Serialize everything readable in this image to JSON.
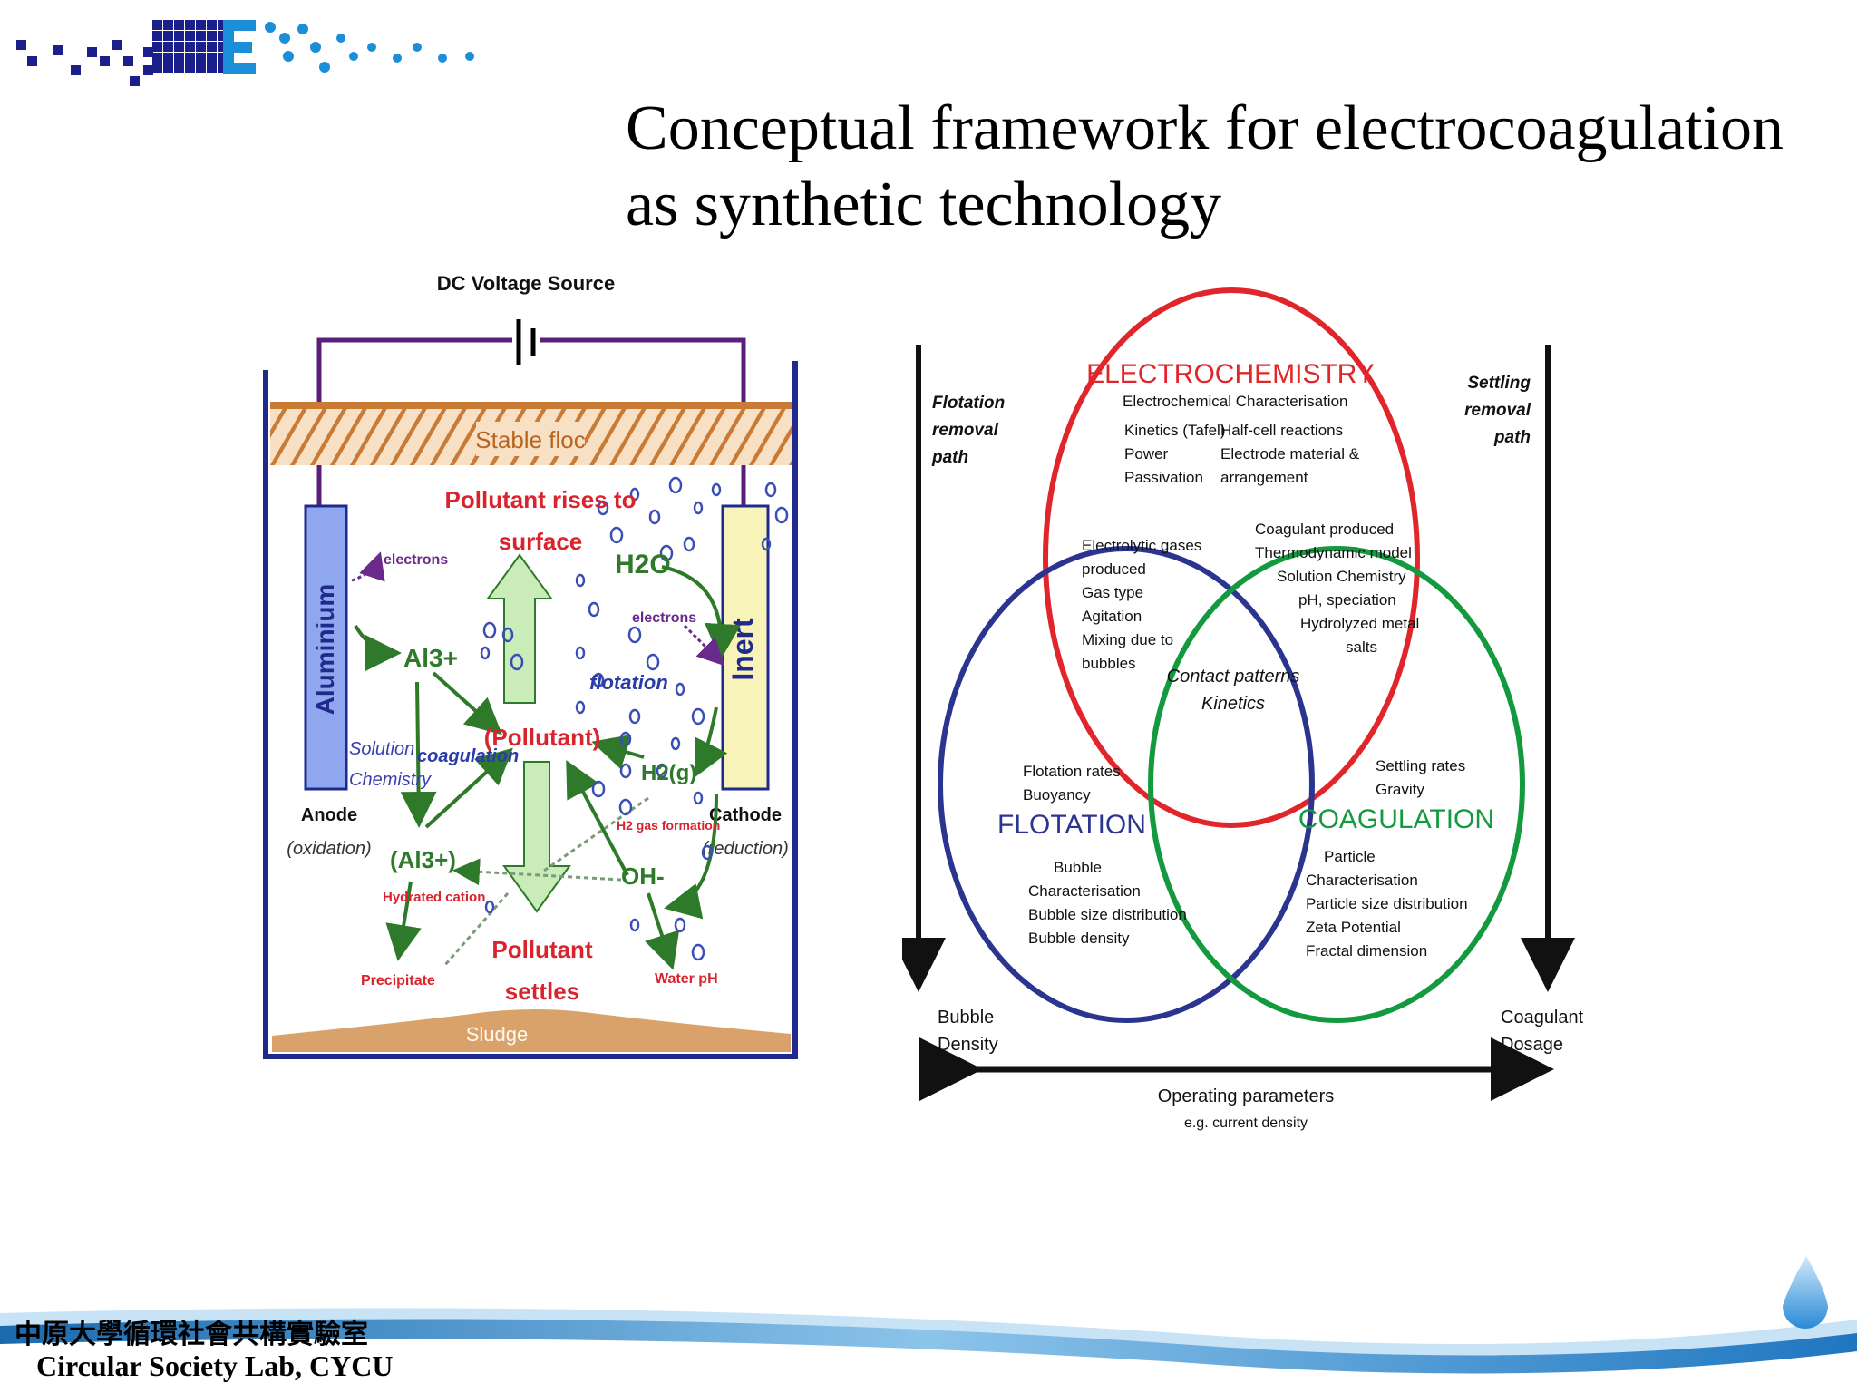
{
  "slide": {
    "title_line1": "Conceptual framework for electrocoagulation",
    "title_line2": "as synthetic technology",
    "footer_cn": "中原大學循環社會共構實驗室",
    "footer_en": "Circular Society Lab, CYCU"
  },
  "colors": {
    "logo_dark": "#1a1f8c",
    "logo_light": "#1a8fd8",
    "red": "#e0262b",
    "blue": "#2b3590",
    "green": "#139a3f",
    "cell_wall": "#1f2a8c",
    "floc": "#c97a35",
    "anode": "#8fa7ee",
    "cathode": "#f8f3b8",
    "arrow_green": "#2f7a2a",
    "text_red": "#d9232d",
    "text_blue": "#2b3ba8",
    "fill_green": "#c9ecb9"
  },
  "cell": {
    "voltage": "DC Voltage Source",
    "stable_floc": "Stable floc",
    "anode_label": "Aluminium",
    "cathode_label": "Inert",
    "anode_text": "Anode",
    "anode_sub": "(oxidation)",
    "cathode_text": "Cathode",
    "cathode_sub": "(reduction)",
    "electrons_left": "electrons",
    "electrons_right": "electrons",
    "al3": "Al3+",
    "solution1": "Solution",
    "solution2": "Chemistry",
    "coagulation": "coagulation",
    "pollutant_center": "(Pollutant)",
    "rises1": "Pollutant rises to",
    "rises2": "surface",
    "h2o": "H2O",
    "flotation": "flotation",
    "h2g": "H2(g)",
    "h2_formation": "H2 gas formation",
    "oh": "OH-",
    "al3_hydrated": "(Al3+)",
    "hydrated_cation": "Hydrated cation",
    "precipitate": "Precipitate",
    "settles1": "Pollutant",
    "settles2": "settles",
    "water_ph": "Water pH",
    "sludge": "Sludge"
  },
  "venn": {
    "flotation_path": [
      "Flotation",
      "removal",
      "path"
    ],
    "settling_path": [
      "Settling",
      "removal",
      "path"
    ],
    "electrochemistry": "ELECTROCHEMISTRY",
    "electro_char": "Electrochemical Characterisation",
    "electro_col1": [
      "Kinetics (Tafel)",
      "Power",
      "Passivation"
    ],
    "electro_col2": [
      "Half-cell reactions",
      "Electrode material &",
      "arrangement"
    ],
    "ef_overlap": [
      "Electrolytic gases",
      "produced",
      "Gas type",
      "Agitation",
      "Mixing due to",
      "bubbles"
    ],
    "ec_overlap": [
      "Coagulant produced",
      "Thermodynamic model",
      "Solution Chemistry",
      "pH, speciation",
      "Hydrolyzed metal",
      "salts"
    ],
    "center1": "Contact patterns",
    "center2": "Kinetics",
    "fc_left": [
      "Flotation rates",
      "Buoyancy"
    ],
    "fc_right": [
      "Settling rates",
      "Gravity"
    ],
    "flotation": "FLOTATION",
    "coagulation": "COAGULATION",
    "flotation_items": [
      "Bubble",
      "Characterisation",
      "Bubble size distribution",
      "Bubble density"
    ],
    "coag_items": [
      "Particle",
      "Characterisation",
      "Particle size distribution",
      "Zeta Potential",
      "Fractal dimension"
    ],
    "bubble_density": [
      "Bubble",
      "Density"
    ],
    "coagulant_dosage": [
      "Coagulant",
      "Dosage"
    ],
    "operating1": "Operating parameters",
    "operating2": "e.g. current density"
  }
}
